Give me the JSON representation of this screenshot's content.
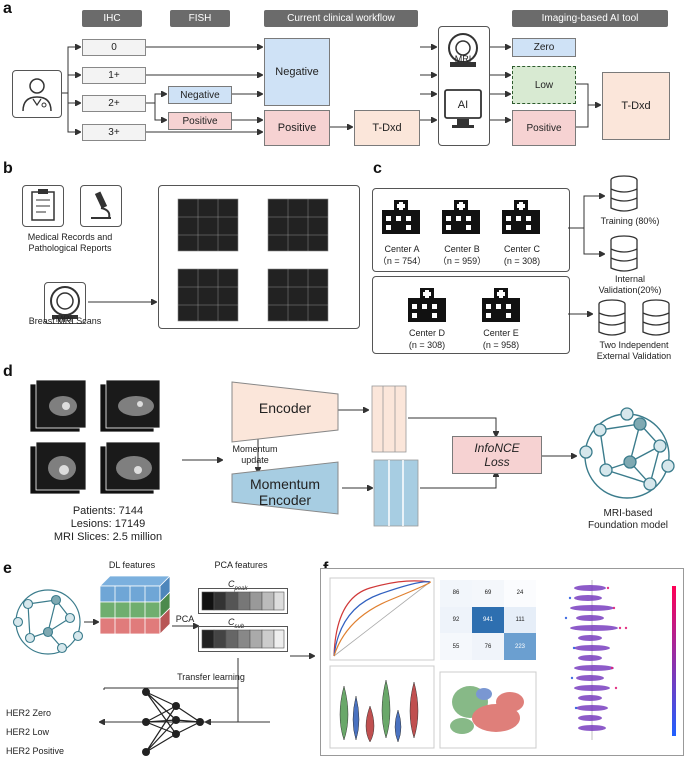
{
  "panels": {
    "a": "a",
    "b": "b",
    "c": "c",
    "d": "d",
    "e": "e",
    "f": "f"
  },
  "a": {
    "headers": {
      "ihc": "IHC",
      "fish": "FISH",
      "clinical": "Current clinical workflow",
      "ai": "Imaging-based AI tool"
    },
    "ihc_scores": [
      "0",
      "1+",
      "2+",
      "3+"
    ],
    "fish_negative": "Negative",
    "fish_positive": "Positive",
    "clin_negative": "Negative",
    "clin_positive": "Positive",
    "tdxd_clin": "T-Dxd",
    "mri_label": "MRI",
    "ai_label": "AI",
    "out_zero": "Zero",
    "out_low": "Low",
    "out_positive": "Positive",
    "tdxd_ai": "T-Dxd"
  },
  "b": {
    "records_label": "Medical Records and\nPathological Reports",
    "mri_label": "MRI",
    "scans_label": "Breast MRI Scans"
  },
  "c": {
    "centers": [
      {
        "name": "Center A",
        "n": "（n = 754）"
      },
      {
        "name": "Center B",
        "n": "（n = 959）"
      },
      {
        "name": "Center C",
        "n": "(n = 308)"
      },
      {
        "name": "Center D",
        "n": "(n = 308)"
      },
      {
        "name": "Center E",
        "n": "(n = 958)"
      }
    ],
    "training": "Training (80%)",
    "internal": "Internal\nValidation(20%)",
    "external": "Two Independent\nExternal Validation"
  },
  "d": {
    "patients": "Patients: 7144",
    "lesions": "Lesions: 17149",
    "slices": "MRI Slices: 2.5 million",
    "encoder": "Encoder",
    "momentum_update": "Momentum\nupdate",
    "momentum_encoder": "Momentum\nEncoder",
    "loss": "InfoNCE\nLoss",
    "foundation": "MRI-based\nFoundation model"
  },
  "e": {
    "dl_features": "DL features",
    "pca_features": "PCA features",
    "pca": "PCA",
    "c_peak": "C",
    "c_peak_sub": "peak",
    "c_sub": "C",
    "c_sub_sub": "sub",
    "transfer": "Transfer learning",
    "her2_zero": "HER2 Zero",
    "her2_low": "HER2 Low",
    "her2_positive": "HER2 Positive"
  },
  "f": {
    "confusion": [
      "86",
      "69",
      "24",
      "92",
      "941",
      "111",
      "55",
      "76",
      "223"
    ]
  }
}
